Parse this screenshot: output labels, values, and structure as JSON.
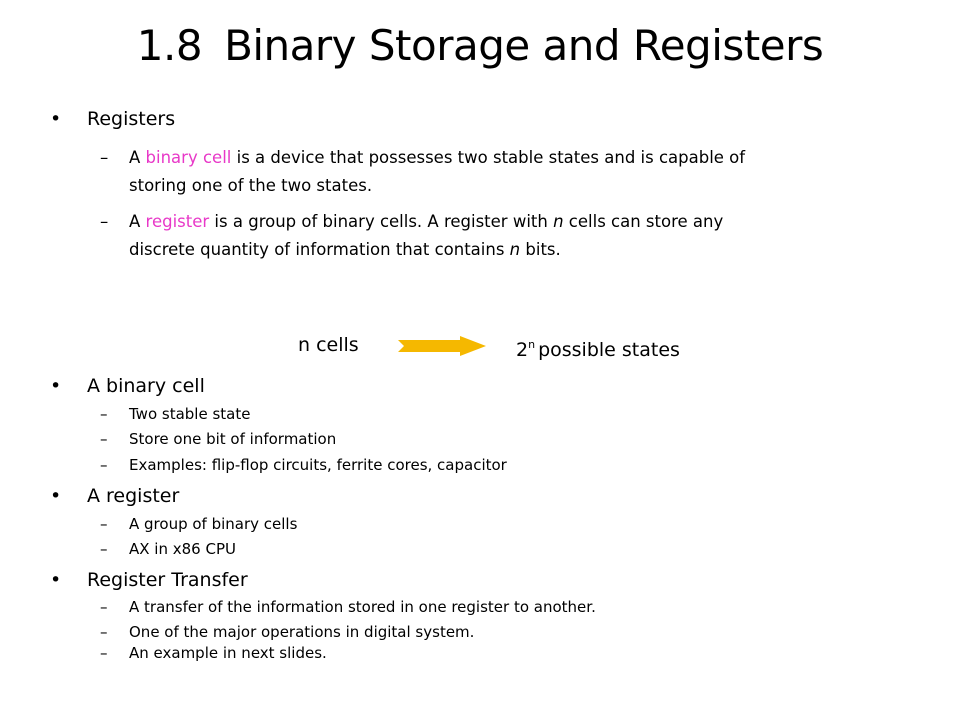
{
  "title": {
    "number": "1.8",
    "text": "Binary Storage and Registers"
  },
  "section1": {
    "heading": "Registers",
    "items": [
      {
        "dash": "–",
        "line1_pre": "A ",
        "line1_term": "binary cell",
        "line1_post": " is a device that possesses two stable states and is capable of",
        "line2": "storing one of the two states."
      },
      {
        "dash": "–",
        "line1_pre": "A ",
        "line1_term": "register",
        "line1_mid": " is a group of binary cells. A register with ",
        "line1_n": "n",
        "line1_post": " cells can store any",
        "line2_pre": "discrete quantity of information that contains ",
        "line2_n": "n",
        "line2_post": " bits."
      }
    ]
  },
  "diagram": {
    "left_label": "n cells",
    "right_base": "2",
    "right_exp": "n",
    "right_text": "possible states",
    "arrow_color": "#f5b800"
  },
  "section2": {
    "heading": "A binary cell",
    "items": [
      "Two stable state",
      "Store one bit of information",
      "Examples: flip-flop circuits, ferrite cores, capacitor"
    ]
  },
  "section3": {
    "heading": "A register",
    "items": [
      "A group of binary cells",
      "AX in x86 CPU"
    ]
  },
  "section4": {
    "heading": "Register Transfer",
    "items": [
      "A transfer of the information stored in one register to another.",
      "One of the major operations in digital system.",
      "An example in next slides."
    ]
  },
  "bullet": "•",
  "dash": "–",
  "colors": {
    "highlight": "#e838c8",
    "text": "#000000"
  }
}
